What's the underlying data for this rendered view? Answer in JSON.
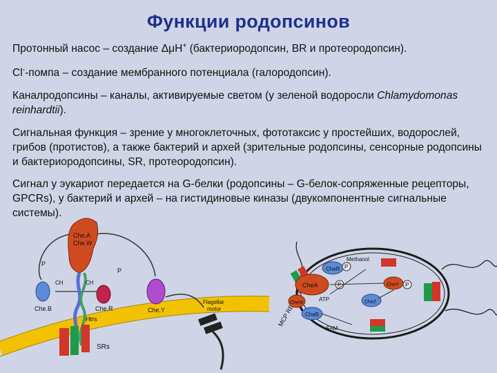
{
  "title": "Функции родопсинов",
  "paragraphs": {
    "p1": {
      "before": "Протонный насос – создание ΔμН",
      "sup": "+",
      "after": " (бактериородопсин, BR и протеородопсин)."
    },
    "p2": {
      "before": "Cl",
      "sup": "-",
      "after": "-помпа – создание мембранного потенциала (галородопсин)."
    },
    "p3": {
      "before": "Каналродопсины – каналы, активируемые светом (у зеленой водоросли ",
      "italic": "Chlamydomonas reinhardtii",
      "after": ")."
    },
    "p4": "Сигнальная функция – зрение у многоклеточных, фототаксис у простейших, водорослей, грибов (протистов), а также бактерий и архей (зрительные родопсины, сенсорные родопсины и бактериородопсины, SR, протеородопсин).",
    "p5": "Сигнал у эукариот передается на G-белки (родопсины – G-белок-сопряженные рецепторы, GPCRs), у бактерий и архей – на гистидиновые киназы (двукомпонентные сигнальные системы)."
  },
  "left_diagram": {
    "chea_label": "Che.A",
    "chew_label": "Che.W",
    "cheb_label": "Che.B",
    "cher_label": "Che.R",
    "chey_label": "Che.Y",
    "ch3_a": "CH",
    "ch3_b": "CH",
    "p_a": "P",
    "p_b": "P",
    "htrs_label": "Htrs",
    "srs_label": "SRs",
    "motor_label_1": "Flagellar",
    "motor_label_2": "motor"
  },
  "right_diagram": {
    "receptors_label": "MCP RECEPTORS",
    "methanol_label": "Methanol",
    "cher_label": "CheR",
    "chea_label": "CheA",
    "chew_label": "CheW",
    "cheb_label": "CheB",
    "chey_label": "CheY",
    "atp_label": "ATP",
    "sam_label": "SAM",
    "p_label": "P",
    "chez_label": "CheZ"
  },
  "colors": {
    "title": "#1f2f8f",
    "background": "#cfd5e6",
    "membrane": "#f2c200",
    "chea": "#d04a1f",
    "cheb": "#5b8ad6",
    "cher": "#c0244a",
    "chey": "#b04bd0",
    "green": "#1e9b4a",
    "red": "#d2362a"
  }
}
